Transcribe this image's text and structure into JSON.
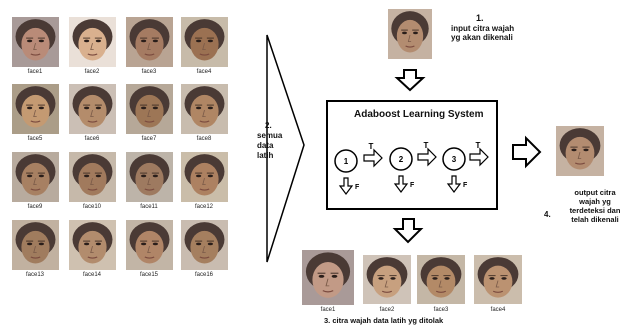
{
  "training_faces": [
    {
      "label": "face1",
      "skin": "#b98b78",
      "bg": "#a89a98"
    },
    {
      "label": "face2",
      "skin": "#d9b08e",
      "bg": "#eae0d8"
    },
    {
      "label": "face3",
      "skin": "#a57b62",
      "bg": "#b9a493"
    },
    {
      "label": "face4",
      "skin": "#9b7152",
      "bg": "#c7bba9"
    },
    {
      "label": "face5",
      "skin": "#c49a72",
      "bg": "#ab9d88"
    },
    {
      "label": "face6",
      "skin": "#b48c6b",
      "bg": "#cbbfb5"
    },
    {
      "label": "face7",
      "skin": "#9d7656",
      "bg": "#b6a898"
    },
    {
      "label": "face8",
      "skin": "#b08664",
      "bg": "#c8bcae"
    },
    {
      "label": "face9",
      "skin": "#a78062",
      "bg": "#b8ab9e"
    },
    {
      "label": "face10",
      "skin": "#a17a5d",
      "bg": "#c6b9aa"
    },
    {
      "label": "face11",
      "skin": "#9e7a60",
      "bg": "#bdb4a9"
    },
    {
      "label": "face12",
      "skin": "#ad8161",
      "bg": "#cabda9"
    },
    {
      "label": "face13",
      "skin": "#a07c5e",
      "bg": "#c1b1a0"
    },
    {
      "label": "face14",
      "skin": "#b28c6d",
      "bg": "#cfc1b0"
    },
    {
      "label": "face15",
      "skin": "#b08567",
      "bg": "#c2b5a6"
    },
    {
      "label": "face16",
      "skin": "#a57f5f",
      "bg": "#c9bcb0"
    }
  ],
  "rejected_faces": [
    {
      "label": "face1",
      "skin": "#c29a86",
      "bg": "#a99a98"
    },
    {
      "label": "face2",
      "skin": "#c7a07f",
      "bg": "#cfc3b8"
    },
    {
      "label": "face3",
      "skin": "#b38a67",
      "bg": "#c4b7a6"
    },
    {
      "label": "face4",
      "skin": "#bb9271",
      "bg": "#cbbdac"
    }
  ],
  "step1": {
    "number": "1.",
    "lines": [
      "input citra wajah",
      "yg akan dikenali"
    ]
  },
  "step2": {
    "number": "2.",
    "lines": [
      "semua",
      "data",
      "latih"
    ]
  },
  "step3": {
    "text": "3.  citra wajah data latih yg ditolak"
  },
  "step4": {
    "number": "4.",
    "lines": [
      "output citra",
      "wajah yg",
      "terdeteksi dan",
      "telah dikenali"
    ]
  },
  "system": {
    "title": "Adaboost Learning System",
    "stages": [
      "1",
      "2",
      "3"
    ],
    "true_label": "T",
    "false_label": "F"
  },
  "input_face": {
    "skin": "#b38c70",
    "bg": "#c5b2a2"
  },
  "output_face": {
    "skin": "#b38c70",
    "bg": "#c5b2a2"
  }
}
